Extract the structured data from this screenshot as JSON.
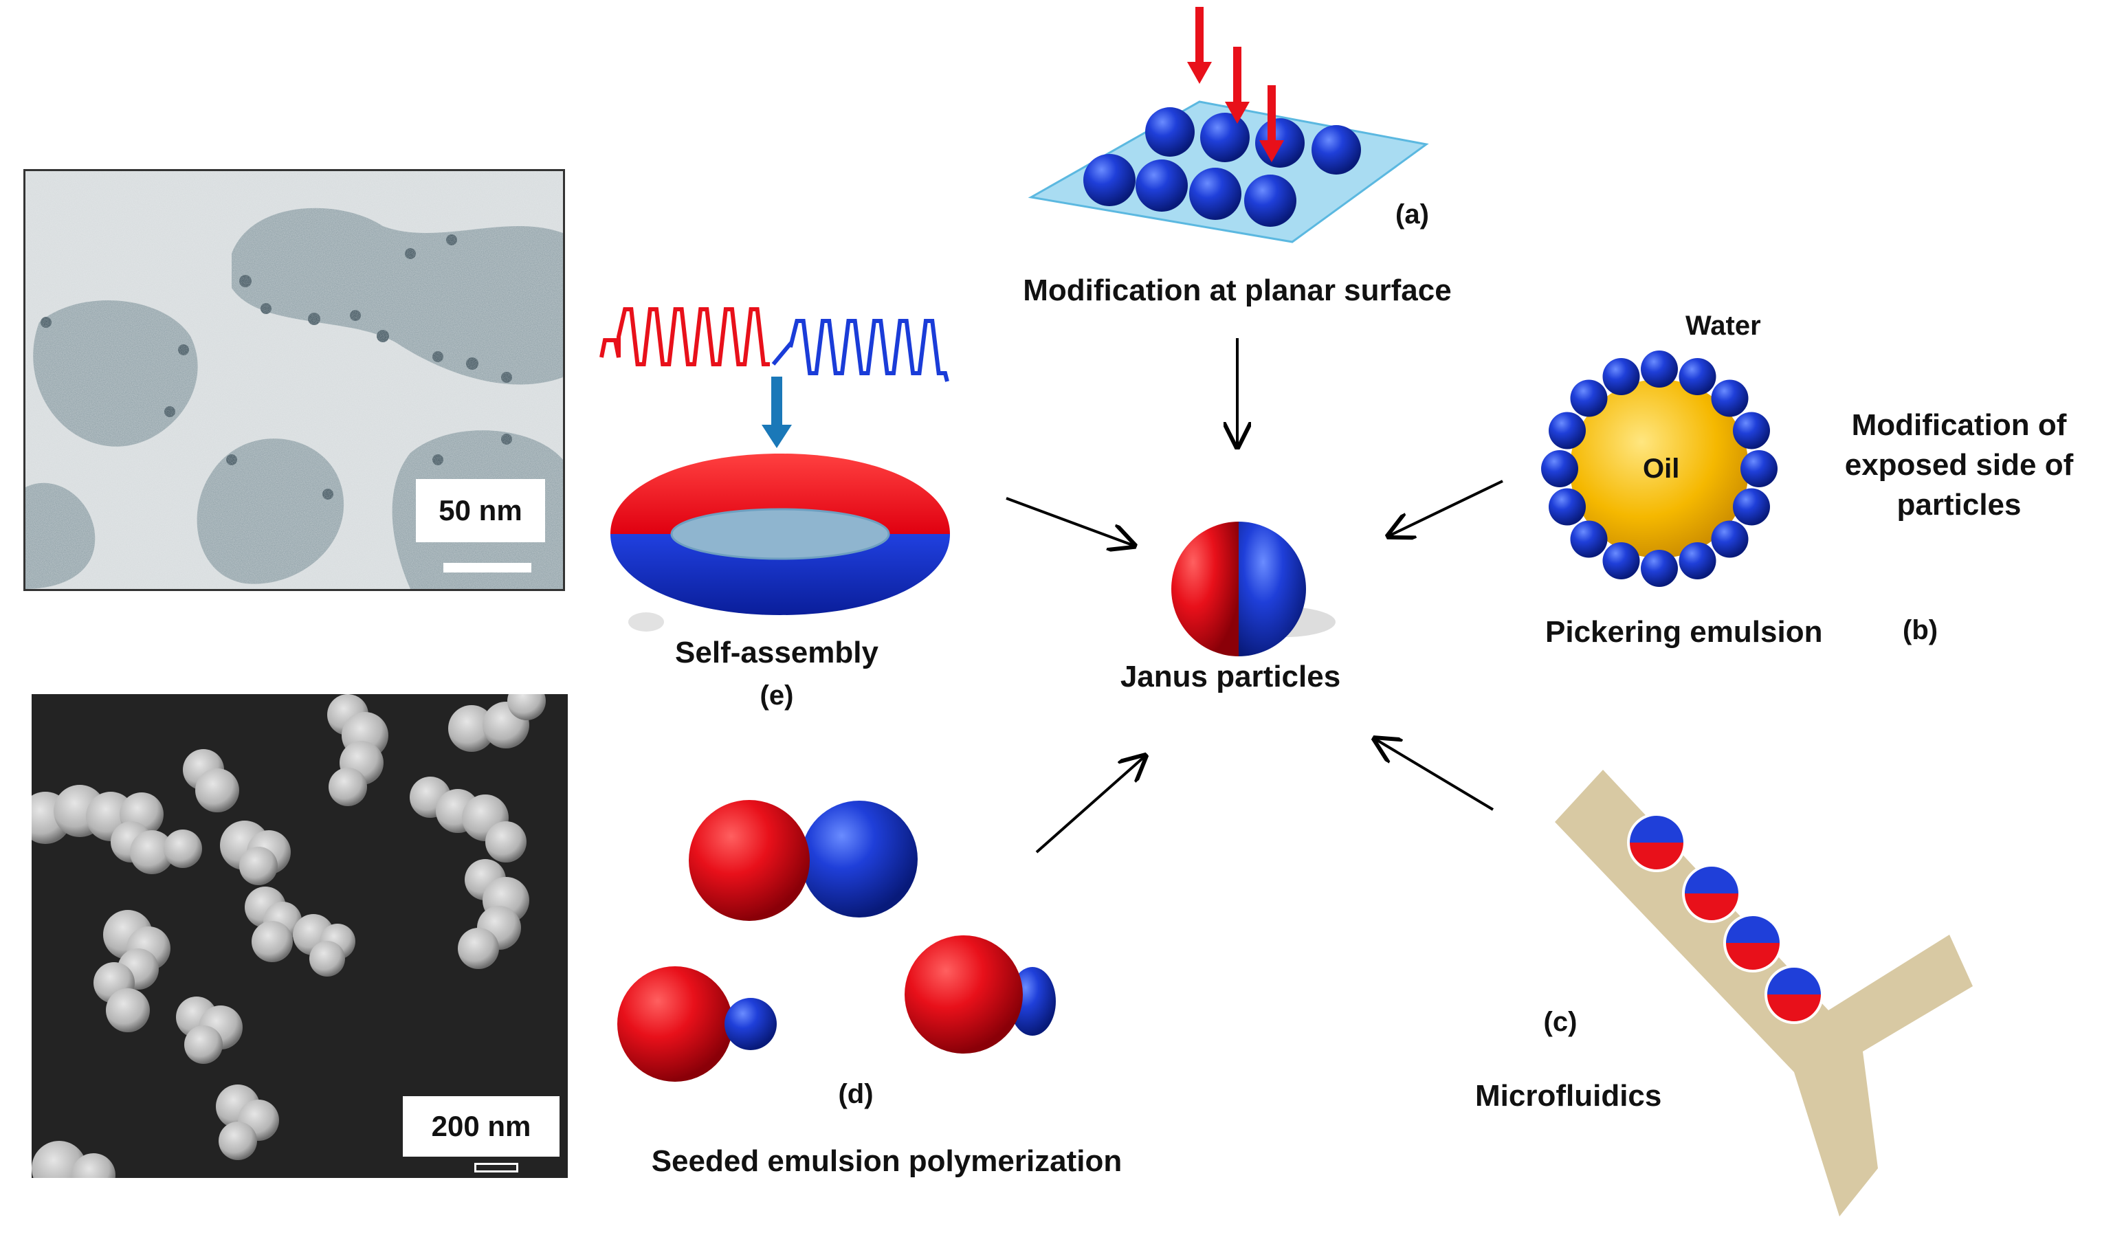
{
  "labels": {
    "a_letter": "(a)",
    "a_caption": "Modification at planar surface",
    "water": "Water",
    "oil": "Oil",
    "b_side_line1": "Modification of",
    "b_side_line2": "exposed side of",
    "b_side_line3": "particles",
    "b_caption": "Pickering emulsion",
    "b_letter": "(b)",
    "center": "Janus particles",
    "e_caption": "Self-assembly",
    "e_letter": "(e)",
    "d_letter": "(d)",
    "d_caption": "Seeded emulsion polymerization",
    "c_letter": "(c)",
    "c_caption": "Microfluidics"
  },
  "scalebars": {
    "tem": "50 nm",
    "sem": "200 nm"
  },
  "colors": {
    "red": "#e8101a",
    "blue": "#1230c8",
    "channel": "#d8c9a3",
    "oil": "#f5b800",
    "plane": "#a9dcf2"
  }
}
